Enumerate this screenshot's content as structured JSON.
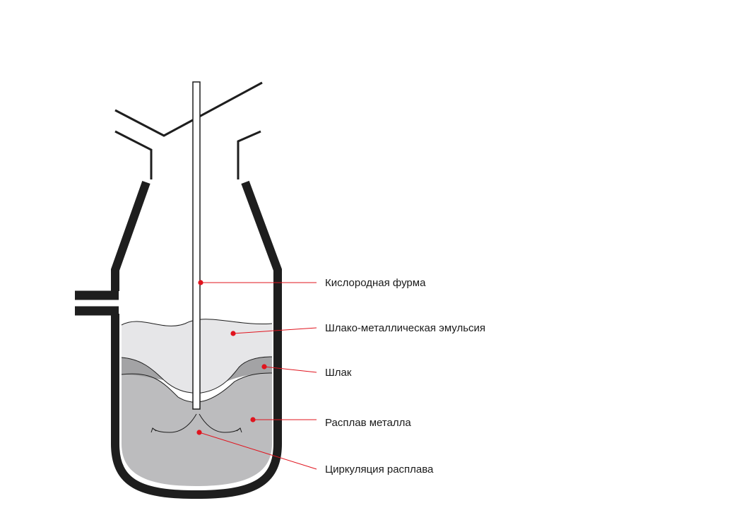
{
  "labels": {
    "oxygen_lance": "Кислородная фурма",
    "slag_metal_emulsion": "Шлако-металлическая эмульсия",
    "slag": "Шлак",
    "metal_melt": "Расплав металла",
    "melt_circulation": "Циркуляция расплава"
  },
  "colors": {
    "vessel_wall": "#1e1e1e",
    "leader_line": "#e0141e",
    "leader_dot": "#e0141e",
    "emulsion": "#e6e6e8",
    "slag": "#a3a3a5",
    "melt": "#bcbcbe",
    "lance": "#ffffff",
    "text": "#1a1a1a"
  }
}
